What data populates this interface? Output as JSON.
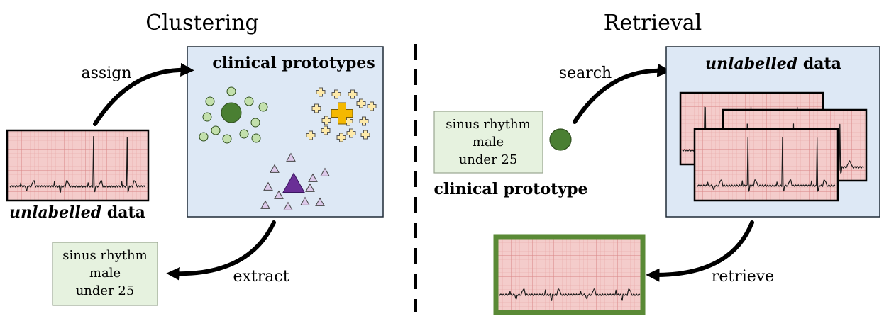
{
  "clustering": {
    "title": "Clustering",
    "prototypes_heading": "clinical prototypes",
    "input_data": {
      "italic": "unlabelled",
      "rest": " data"
    },
    "assign_label": "assign",
    "extract_label": "extract",
    "metadata": [
      "sinus rhythm",
      "male",
      "under 25"
    ]
  },
  "retrieval": {
    "title": "Retrieval",
    "pool_heading": {
      "italic": "unlabelled",
      "rest": " data"
    },
    "search_label": "search",
    "retrieve_label": "retrieve",
    "prototype_label": "clinical prototype",
    "metadata": [
      "sinus rhythm",
      "male",
      "under 25"
    ]
  },
  "colors": {
    "panel": "#dde8f5",
    "metadata_box": "#e6f2df",
    "ecg_paper": "#f4cccb",
    "ecg_grid": "#e6a3a3",
    "cluster_green": "#4a7f32",
    "cluster_green_light": "#c3e0ac",
    "cluster_yellow": "#f4b800",
    "cluster_yellow_light": "#fde9a8",
    "cluster_purple": "#6a2f96",
    "cluster_purple_light": "#ddc9ea",
    "retrieved_border": "#5a8a36"
  },
  "icons": [
    "circle-cluster-icon",
    "plus-cluster-icon",
    "triangle-cluster-icon",
    "prototype-dot-icon"
  ]
}
